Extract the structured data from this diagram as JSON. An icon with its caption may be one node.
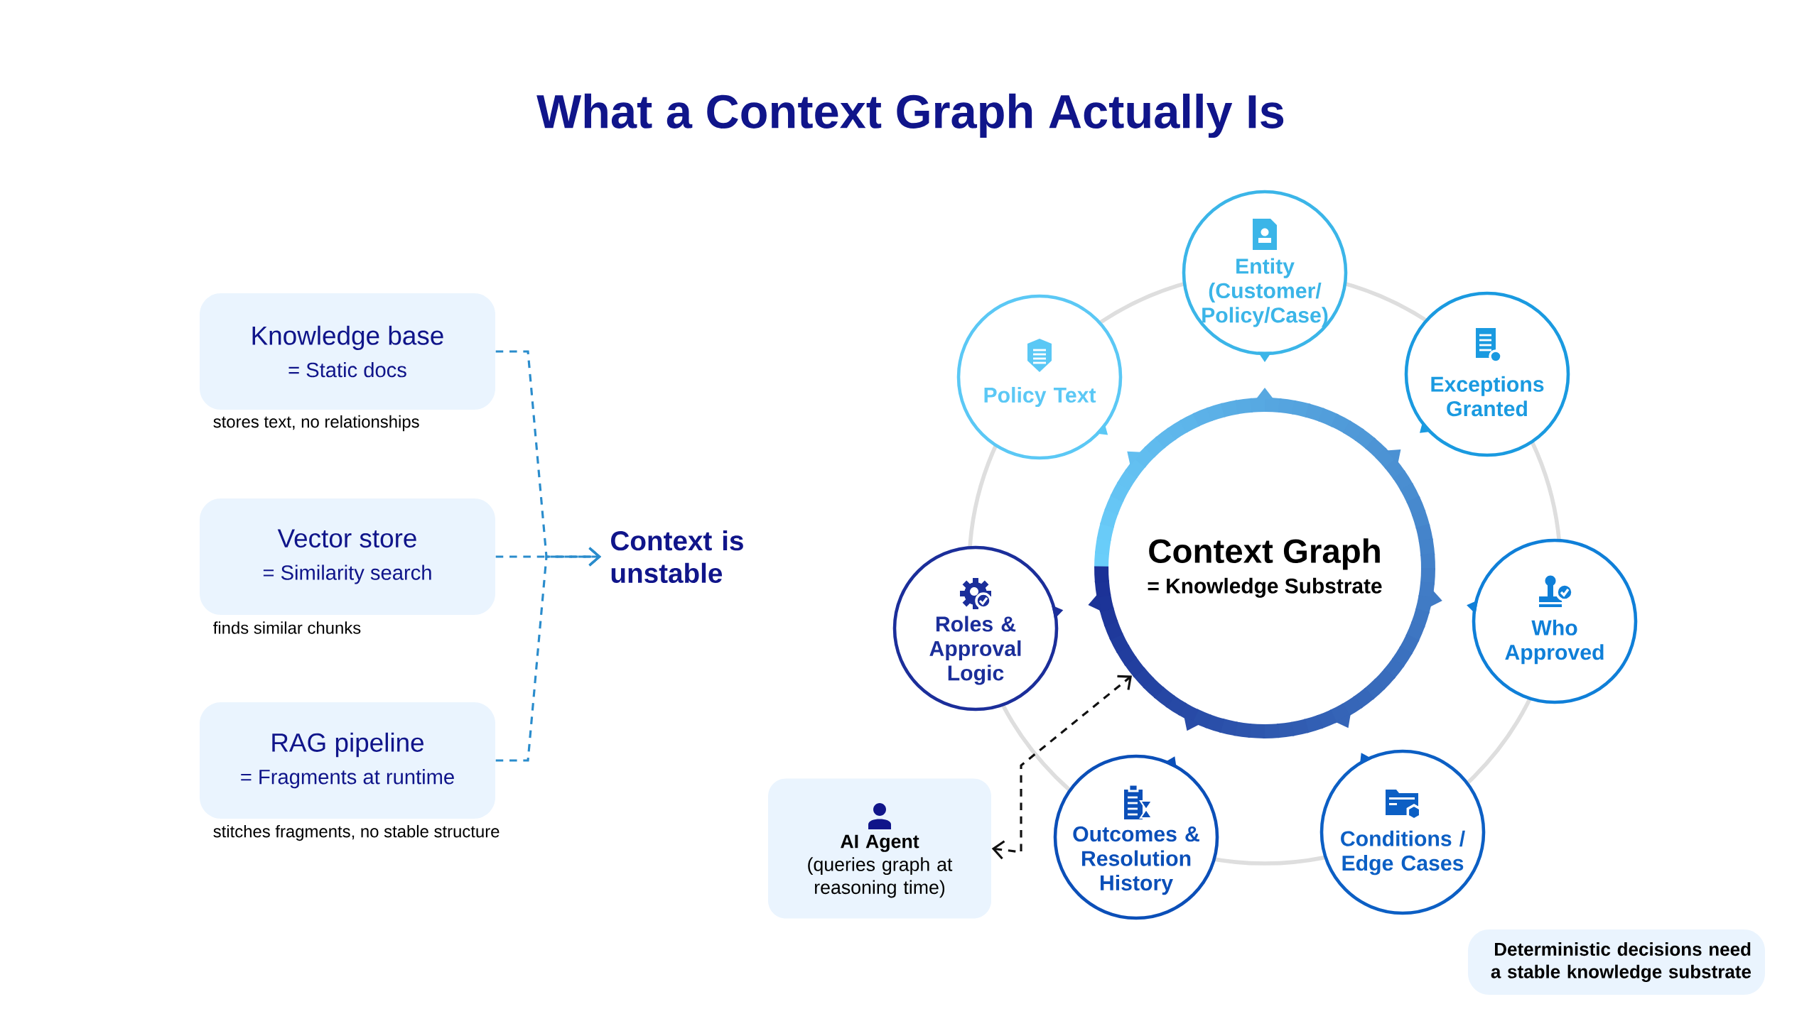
{
  "diagram": {
    "title": "What a Context Graph Actually Is",
    "nodes": [
      {
        "text": [
          "Knowledge base",
          "= Static docs"
        ],
        "beside": [
          "stores text, no relationships"
        ]
      },
      {
        "text": [
          "Vector store",
          "= Similarity search"
        ],
        "beside": [
          "finds similar chunks"
        ]
      },
      {
        "text": [
          "RAG pipeline",
          "= Fragments at runtime"
        ],
        "beside": [
          "stitches fragments, no stable structure"
        ]
      },
      {
        "text": [
          "Context is unstable"
        ]
      },
      {
        "text": [
          "Context Graph",
          "= Knowledge Substrate"
        ]
      },
      {
        "text": [
          "Entity (Customer/ Policy/Case)"
        ]
      },
      {
        "text": [
          "Policy Text"
        ]
      },
      {
        "text": [
          "Exceptions Granted"
        ]
      },
      {
        "text": [
          "Roles & Approval Logic"
        ]
      },
      {
        "text": [
          "Who Approved"
        ]
      },
      {
        "text": [
          "Outcomes & Resolution History"
        ]
      },
      {
        "text": [
          "Conditions / Edge Cases"
        ]
      },
      {
        "text": [
          "AI Agent",
          "(queries graph at reasoning time)"
        ]
      },
      {
        "text": [
          "Deterministic decisions need a stable knowledge substrate"
        ]
      }
    ],
    "edges": [
      {
        "from": 0,
        "to": 3,
        "arrow": "to",
        "style": "dashed"
      },
      {
        "from": 1,
        "to": 3,
        "arrow": "to",
        "style": "dashed"
      },
      {
        "from": 2,
        "to": 3,
        "arrow": "to",
        "style": "dashed"
      },
      {
        "from": 12,
        "to": 4,
        "arrow": "both",
        "style": "dashed",
        "color": "#111111"
      }
    ]
  }
}
